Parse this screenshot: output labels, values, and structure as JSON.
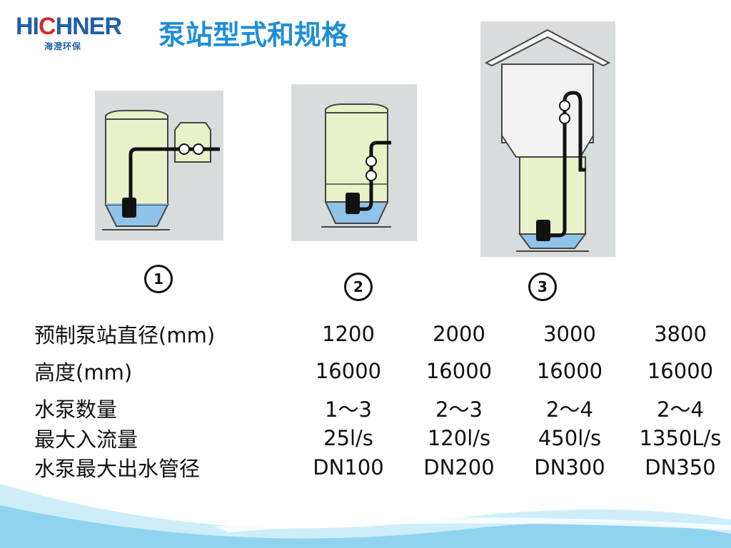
{
  "logo": {
    "brand": "HICHNER",
    "subtitle": "海澄环保"
  },
  "title": "泵站型式和规格",
  "figure_numbers": [
    "1",
    "2",
    "3"
  ],
  "table": {
    "rows": [
      {
        "label": "预制泵站直径(mm)",
        "values": [
          "1200",
          "2000",
          "3000",
          "3800"
        ]
      },
      {
        "label": "高度(mm)",
        "values": [
          "16000",
          "16000",
          "16000",
          "16000"
        ]
      },
      {
        "label": "水泵数量",
        "values": [
          "1～3",
          "2～3",
          "2～4",
          "2～4"
        ]
      },
      {
        "label": "最大入流量",
        "values": [
          "25l/s",
          "120l/s",
          "450l/s",
          "1350L/s"
        ]
      },
      {
        "label": "水泵最大出水管径",
        "values": [
          "DN100",
          "DN200",
          "DN300",
          "DN350"
        ]
      }
    ]
  },
  "colors": {
    "title": "#1e8fd6",
    "logo_blue": "#1f5fa8",
    "logo_red": "#d62828",
    "tank": "#e8f1c8",
    "water": "#8fc3ea",
    "wave": "#8fd3ef"
  }
}
